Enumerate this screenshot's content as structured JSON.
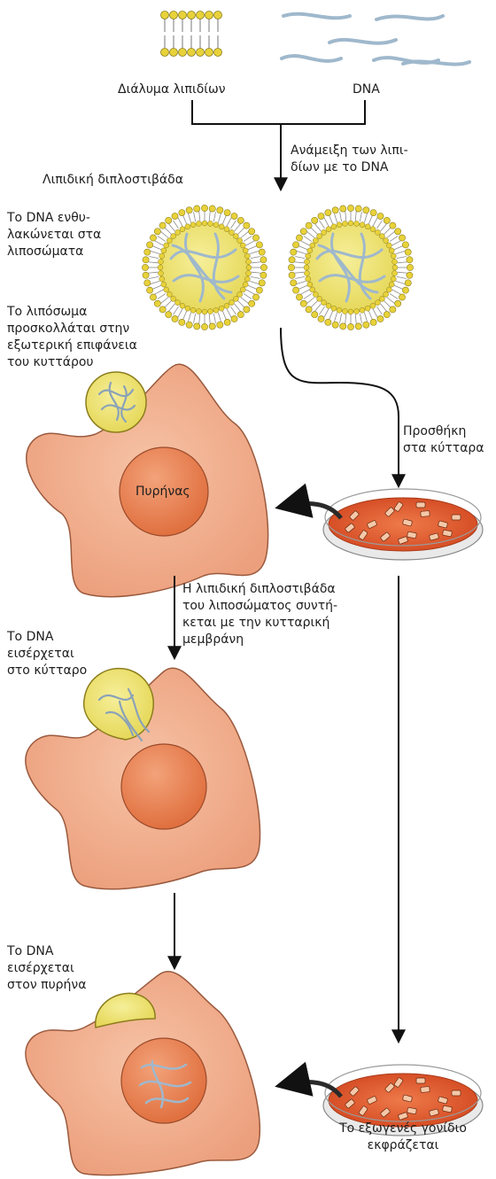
{
  "labels": {
    "lipid_solution": "Διάλυμα λιπιδίων",
    "dna": "DNA",
    "mixing": "Ανάμειξη των λιπι-\nδίων με το DNA",
    "lipid_bilayer": "Λιπιδική διπλοστιβάδα",
    "dna_encapsulated": "Το DNA ενθυ-\nλακώνεται στα\nλιποσώματα",
    "liposome_attaches": "Το λιπόσωμα\nπροσκολλάται στην\nεξωτερική επιφάνεια\nτου κυττάρου",
    "add_to_cells": "Προσθήκη\nστα κύτταρα",
    "nucleus": "Πυρήνας",
    "fusion": "Η λιπιδική διπλοστιβάδα\nτου λιποσώματος συντή-\nκεται με την κυτταρική\nμεμβράνη",
    "dna_enters_cell": "Το DNA\nεισέρχεται\nστο κύτταρο",
    "dna_enters_nucleus": "Το DNA\nεισέρχεται\nστον πυρήνα",
    "gene_expressed": "Το εξωγενές γονίδιο\nεκφράζεται"
  },
  "colors": {
    "lipid_head": "#e8d23a",
    "liposome_fill": "#f1e88a",
    "dna_strand": "#9fb8cc",
    "cell_fill": "#f2b394",
    "cell_outline": "#9a5a3e",
    "nucleus_fill": "#ec8a5e",
    "dish_medium": "#e0582e",
    "arrow": "#111111"
  }
}
